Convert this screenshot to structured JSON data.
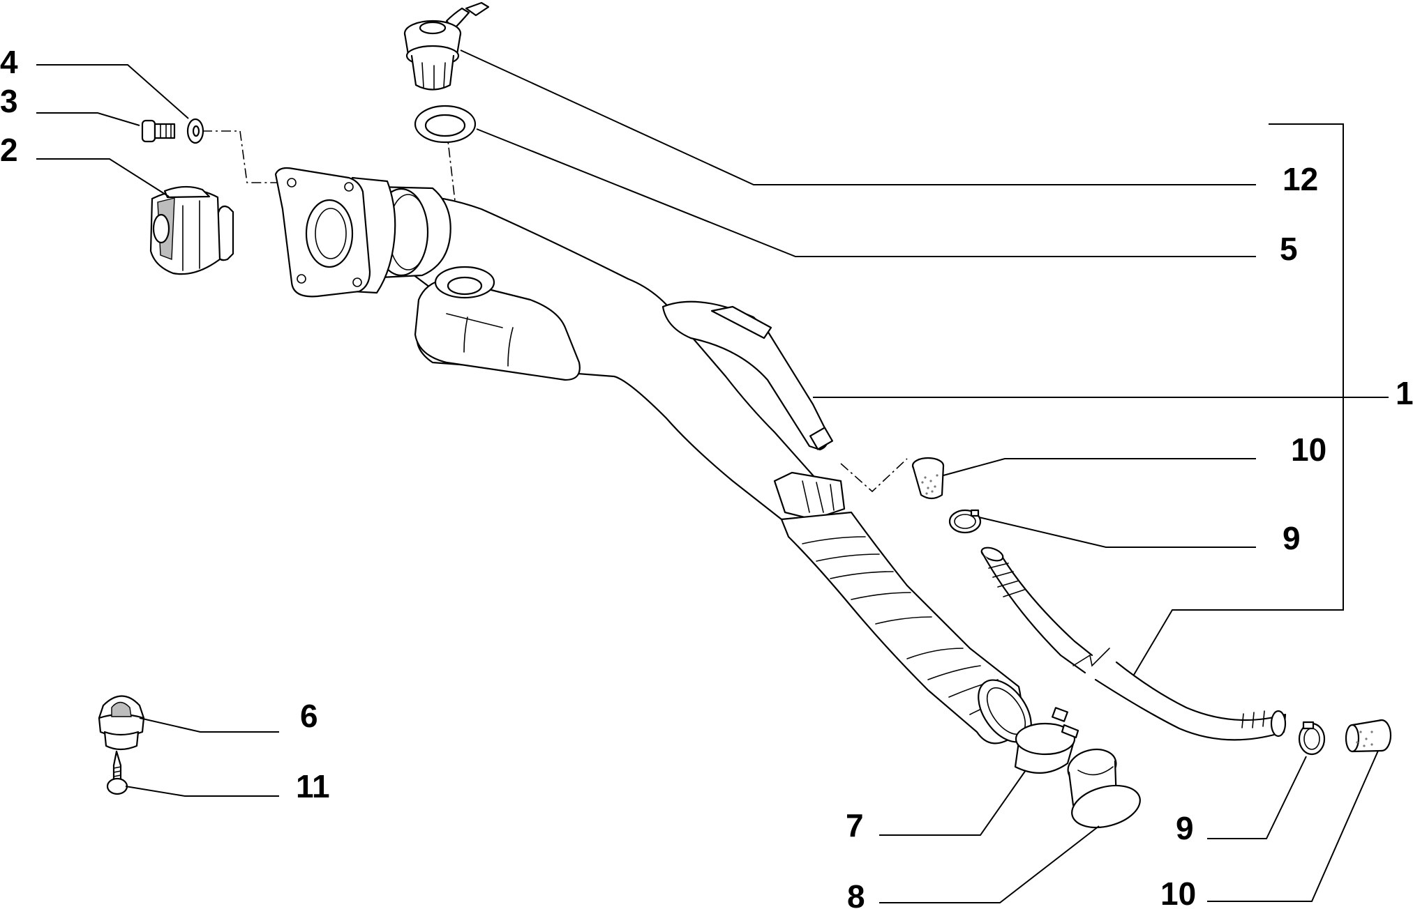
{
  "labels": {
    "l1": "1",
    "l2": "2",
    "l3": "3",
    "l4": "4",
    "l5": "5",
    "l6": "6",
    "l7": "7",
    "l8": "8",
    "l9a": "9",
    "l9b": "9",
    "l10a": "10",
    "l10b": "10",
    "l11": "11",
    "l12": "12"
  }
}
